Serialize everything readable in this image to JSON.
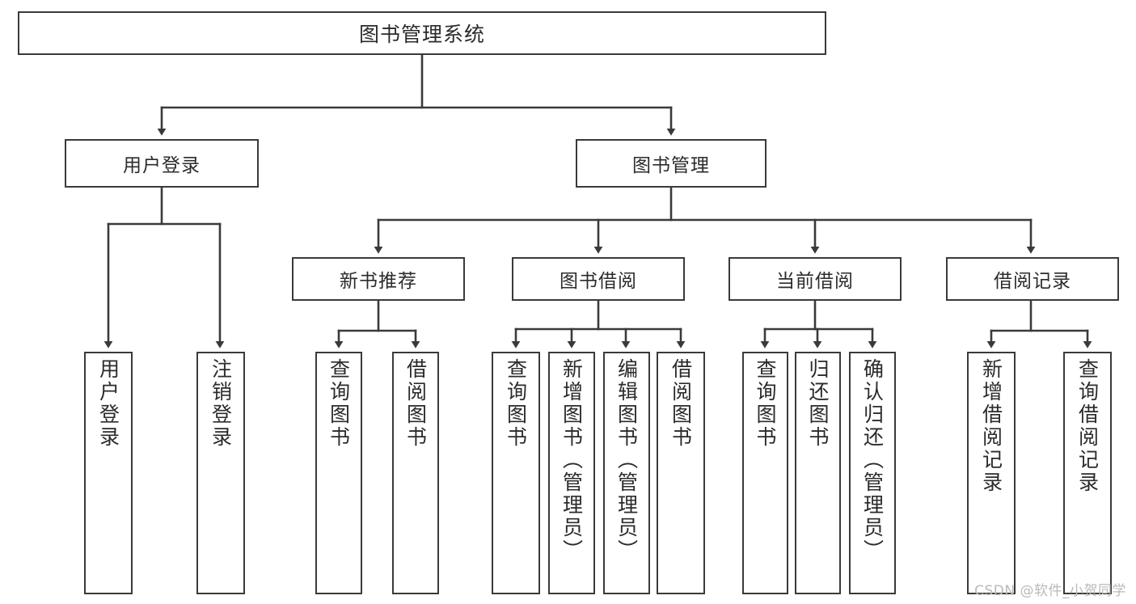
{
  "diagram": {
    "title": "图书管理系统",
    "type": "hierarchy-tree",
    "colors": {
      "stroke": "#3a3a3a",
      "fill": "#ffffff",
      "text": "#2b2b2b",
      "watermark": "#b9b9b9",
      "background": "#ffffff"
    },
    "root": {
      "label": "图书管理系统"
    },
    "level1": [
      {
        "label": "用户登录"
      },
      {
        "label": "图书管理"
      }
    ],
    "level2": [
      {
        "label": "新书推荐"
      },
      {
        "label": "图书借阅"
      },
      {
        "label": "当前借阅"
      },
      {
        "label": "借阅记录"
      }
    ],
    "leaves": {
      "user_login": [
        {
          "label": "用户登录"
        },
        {
          "label": "注销登录"
        }
      ],
      "new_book_recommend": [
        {
          "label": "查询图书"
        },
        {
          "label": "借阅图书"
        }
      ],
      "book_borrow": [
        {
          "label": "查询图书"
        },
        {
          "label": "新增图书（管理员）"
        },
        {
          "label": "编辑图书（管理员）"
        },
        {
          "label": "借阅图书"
        }
      ],
      "current_borrow": [
        {
          "label": "查询图书"
        },
        {
          "label": "归还图书"
        },
        {
          "label": "确认归还（管理员）"
        }
      ],
      "borrow_records": [
        {
          "label": "新增借阅记录"
        },
        {
          "label": "查询借阅记录"
        }
      ]
    }
  },
  "watermark": {
    "text": "CSDN @软件_小贺同学"
  }
}
